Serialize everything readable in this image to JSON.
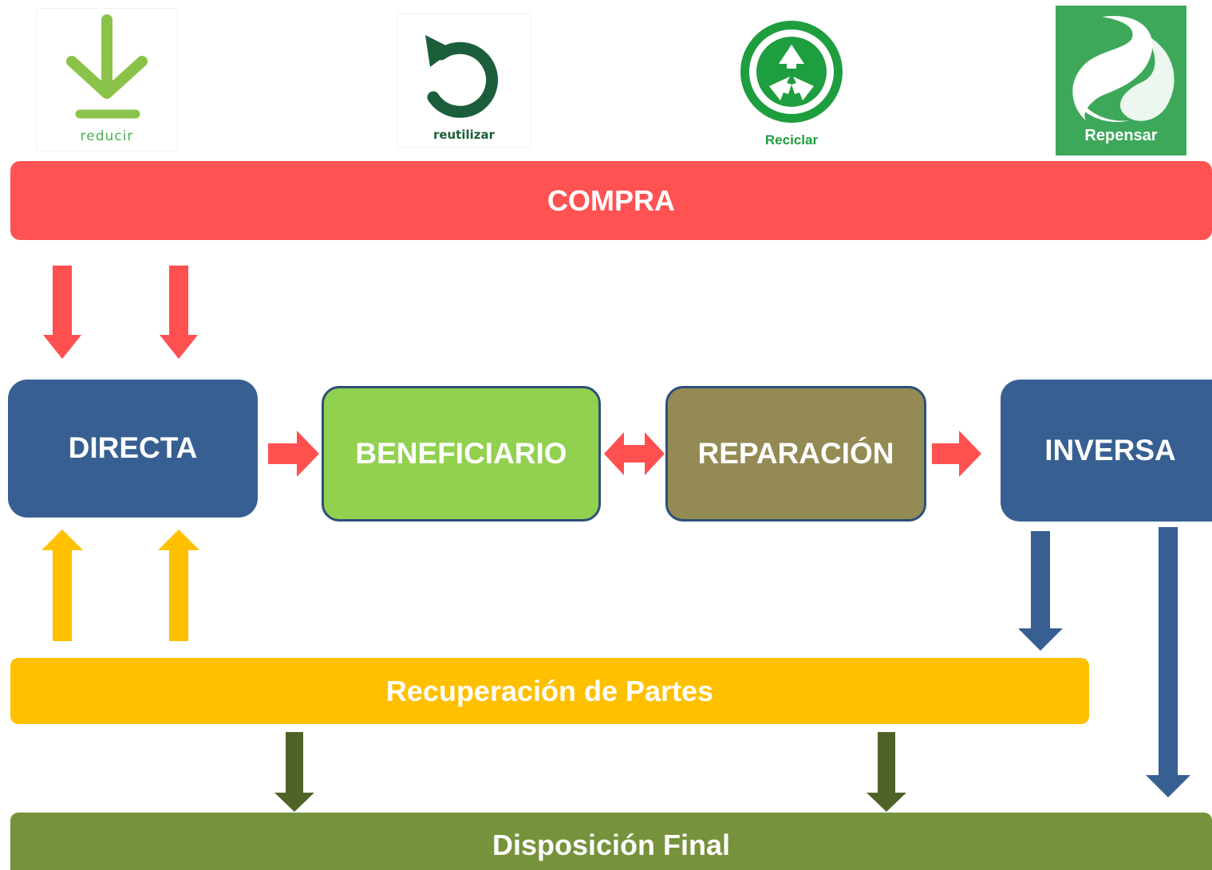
{
  "logos": {
    "reducir": {
      "label": "reducir",
      "icon": "down-arrow-icon"
    },
    "reutilizar": {
      "label": "reutilizar",
      "icon": "circular-arrow-icon"
    },
    "reciclar": {
      "label": "Reciclar",
      "icon": "recycle-icon"
    },
    "repensar": {
      "label": "Repensar",
      "icon": "repensar-leaf-icon"
    }
  },
  "bars": {
    "compra": "COMPRA",
    "recuperacion": "Recuperación de Partes",
    "disposicion": "Disposición Final"
  },
  "boxes": {
    "directa": "DIRECTA",
    "beneficiario": "BENEFICIARIO",
    "reparacion": "REPARACIÓN",
    "inversa": "INVERSA"
  },
  "colors": {
    "compra": "#FF5252",
    "recuperacion": "#FFC000",
    "disposicion": "#76923C",
    "directa": "#375F92",
    "inversa": "#375F92",
    "beneficiario": "#92D050",
    "reparacion": "#948A54",
    "arrow_red": "#FF5050",
    "arrow_yellow": "#FFC000",
    "arrow_blue": "#375F92",
    "arrow_olive": "#4F6228",
    "logo_light_green": "#8BC34A",
    "logo_dark_green": "#1B5E3B",
    "logo_green": "#1E9E3E",
    "logo_repensar_bg": "#3DA85A"
  }
}
